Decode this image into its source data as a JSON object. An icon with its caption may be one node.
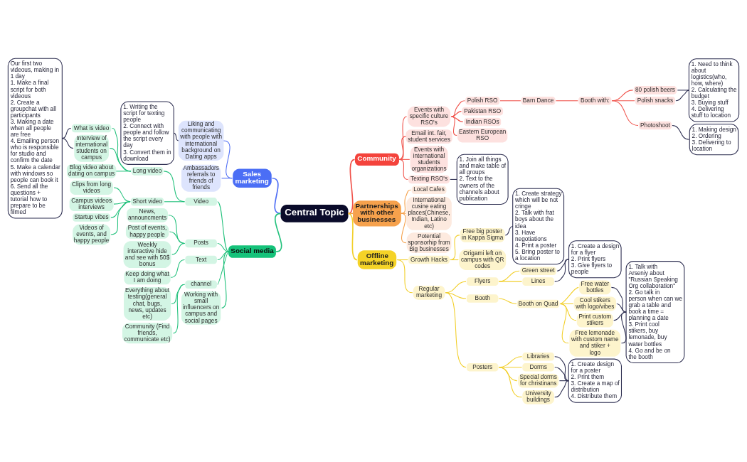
{
  "diagram": {
    "nodes": [
      {
        "text": [
          "Central Topic"
        ]
      },
      {
        "text": [
          "Community"
        ]
      },
      {
        "text": [
          "Events with specific culture RSO's"
        ]
      },
      {
        "text": [
          "Polish RSO"
        ]
      },
      {
        "text": [
          "Barn Dance"
        ]
      },
      {
        "text": [
          "Booth with:"
        ]
      },
      {
        "text": [
          "80 polish beers"
        ]
      },
      {
        "text": [
          "Polish snacks"
        ]
      },
      {
        "text": [
          "Photoshoot"
        ]
      },
      {
        "text": [
          "1. Need to think about logistics(who, how, where)",
          "2. Calculating the budget",
          "3. Buying stuff",
          "4. Delivering stuff to location"
        ]
      },
      {
        "text": [
          "1. Making design",
          "2. Ordering",
          "3. Delivering to location"
        ]
      },
      {
        "text": [
          "Pakistan RSO"
        ]
      },
      {
        "text": [
          "Indian RSOs"
        ]
      },
      {
        "text": [
          "Eastern European RSO"
        ]
      },
      {
        "text": [
          "Email int. fair, student services"
        ]
      },
      {
        "text": [
          "Events with international students organizations"
        ]
      },
      {
        "text": [
          "Texting RSO's"
        ]
      },
      {
        "text": [
          "1. Join all things and make table of all groups",
          "2. Text to the owners of the channels about publication"
        ]
      },
      {
        "text": [
          "Partnerships with other businesses"
        ]
      },
      {
        "text": [
          "Local Cafes"
        ]
      },
      {
        "text": [
          "International cusine eating places(Chinese, Indian, Latino etc)"
        ]
      },
      {
        "text": [
          "Potential sponsorhip from Big businesses"
        ]
      },
      {
        "text": [
          "Offline marketing"
        ]
      },
      {
        "text": [
          "Growth Hacks"
        ]
      },
      {
        "text": [
          "Free big poster in Kappa Sigma"
        ]
      },
      {
        "text": [
          "1. Create strategy which will be not cringe",
          "2. Talk with frat boys about the idea",
          "3. Have negotiations",
          "4. Print a poster",
          "5. Bring poster to a location"
        ]
      },
      {
        "text": [
          "Origami left on campus with QR codes"
        ]
      },
      {
        "text": [
          "Regular marketing"
        ]
      },
      {
        "text": [
          "Flyers"
        ]
      },
      {
        "text": [
          "Green street"
        ]
      },
      {
        "text": [
          "Lines"
        ]
      },
      {
        "text": [
          "1. Create a design for a flyer",
          "2. Print flyers",
          "3. Give flyers to people"
        ]
      },
      {
        "text": [
          "Booth"
        ]
      },
      {
        "text": [
          "Booth on Quad"
        ]
      },
      {
        "text": [
          "Free water bottles"
        ]
      },
      {
        "text": [
          "Cool stikers with logo/vibes"
        ]
      },
      {
        "text": [
          "Print custom stikers"
        ]
      },
      {
        "text": [
          "Free lemonade with custom name and stiker + logo"
        ]
      },
      {
        "text": [
          "1. Talk with Arseniy about \"Russian Speaking Org collaboration\"",
          "2. Go talk in person when can we grab a table and book a time = planning a date",
          "3. Print cool stikers, buy lemonade, buy water bottles",
          "4. Go and be on the booth"
        ]
      },
      {
        "text": [
          "Posters"
        ]
      },
      {
        "text": [
          "Libraries"
        ]
      },
      {
        "text": [
          "Dorms"
        ]
      },
      {
        "text": [
          "Special dorms for christinans"
        ]
      },
      {
        "text": [
          "University buildings"
        ]
      },
      {
        "text": [
          "1. Create design for a poster",
          "2. Print them",
          "3. Create a map of distribution",
          "4. Distribute them"
        ]
      },
      {
        "text": [
          "Sales marketing"
        ]
      },
      {
        "text": [
          "Liking and communicating with people with international background on Dating apps"
        ]
      },
      {
        "text": [
          "1. Writing the script for texting people",
          "2. Connect with people and follow the script every day",
          "3. Convert them in download"
        ]
      },
      {
        "text": [
          "Ambassadors referrals to friends of friends"
        ]
      },
      {
        "text": [
          "Social media"
        ]
      },
      {
        "text": [
          "Video"
        ]
      },
      {
        "text": [
          "Long video"
        ]
      },
      {
        "text": [
          "What is video"
        ]
      },
      {
        "text": [
          "Interview of international students on campus"
        ]
      },
      {
        "text": [
          "Our first two videous, making in 1 day",
          "1. Make a final script for both videous",
          "2. Create a groupchat with all participants",
          "3. Making a date when all people are free",
          "4. Emailing person who is responsible for studio and confirm the date",
          "5. Make a calendar with windows so people can book it",
          "6. Send all the questions + tutorial how to prepare to be filmed"
        ]
      },
      {
        "text": [
          "Blog video about dating on campus"
        ]
      },
      {
        "text": [
          "Short video"
        ]
      },
      {
        "text": [
          "Clips from long videos"
        ]
      },
      {
        "text": [
          "Campus videos interviews"
        ]
      },
      {
        "text": [
          "Startup vibes"
        ]
      },
      {
        "text": [
          "Videos of events, and happy people"
        ]
      },
      {
        "text": [
          "Posts"
        ]
      },
      {
        "text": [
          "News, announcments"
        ]
      },
      {
        "text": [
          "Post of events, happy people"
        ]
      },
      {
        "text": [
          "Weekly interactive hide and see with 50$ bonus"
        ]
      },
      {
        "text": [
          "Text"
        ]
      },
      {
        "text": [
          "Keep doing what I am doing"
        ]
      },
      {
        "text": [
          "channel"
        ]
      },
      {
        "text": [
          "Everything about testing(general chat, bugs, news, updates etc)"
        ]
      },
      {
        "text": [
          "Community (Find friends, communicate etc)"
        ]
      },
      {
        "text": [
          "Working with small influencers on campus and social pages"
        ]
      }
    ],
    "edges": [
      {
        "from": 0,
        "to": 1,
        "arrow": "none",
        "color": "#f0524a"
      },
      {
        "from": 1,
        "to": 2,
        "arrow": "none",
        "color": "#f0524a"
      },
      {
        "from": 2,
        "to": 3,
        "arrow": "none",
        "color": "#f0524a"
      },
      {
        "from": 3,
        "to": 4,
        "arrow": "none",
        "color": "#f0524a"
      },
      {
        "from": 4,
        "to": 5,
        "arrow": "none",
        "color": "#f0524a"
      },
      {
        "from": 5,
        "to": 6,
        "arrow": "none",
        "color": "#f0524a"
      },
      {
        "from": 5,
        "to": 7,
        "arrow": "none",
        "color": "#f0524a"
      },
      {
        "from": 5,
        "to": 8,
        "arrow": "none",
        "color": "#f0524a"
      },
      {
        "from": 6,
        "to": 9,
        "arrow": "none",
        "color": "#2b2c4f"
      },
      {
        "from": 7,
        "to": 9,
        "arrow": "none",
        "color": "#2b2c4f"
      },
      {
        "from": 8,
        "to": 10,
        "arrow": "none",
        "color": "#2b2c4f"
      },
      {
        "from": 2,
        "to": 11,
        "arrow": "none",
        "color": "#f0524a"
      },
      {
        "from": 2,
        "to": 12,
        "arrow": "none",
        "color": "#f0524a"
      },
      {
        "from": 2,
        "to": 13,
        "arrow": "none",
        "color": "#f0524a"
      },
      {
        "from": 1,
        "to": 14,
        "arrow": "none",
        "color": "#f0524a"
      },
      {
        "from": 1,
        "to": 15,
        "arrow": "none",
        "color": "#f0524a"
      },
      {
        "from": 1,
        "to": 16,
        "arrow": "none",
        "color": "#f0524a"
      },
      {
        "from": 16,
        "to": 17,
        "arrow": "none",
        "color": "#2b2c4f"
      },
      {
        "from": 0,
        "to": 18,
        "arrow": "none",
        "color": "#f5a04a"
      },
      {
        "from": 18,
        "to": 19,
        "arrow": "none",
        "color": "#f5a04a"
      },
      {
        "from": 18,
        "to": 20,
        "arrow": "none",
        "color": "#f5a04a"
      },
      {
        "from": 18,
        "to": 21,
        "arrow": "none",
        "color": "#f5a04a"
      },
      {
        "from": 0,
        "to": 22,
        "arrow": "none",
        "color": "#f2cf2a"
      },
      {
        "from": 22,
        "to": 23,
        "arrow": "none",
        "color": "#f2cf2a"
      },
      {
        "from": 23,
        "to": 24,
        "arrow": "none",
        "color": "#f2cf2a"
      },
      {
        "from": 24,
        "to": 25,
        "arrow": "none",
        "color": "#2b2c4f"
      },
      {
        "from": 23,
        "to": 26,
        "arrow": "none",
        "color": "#f2cf2a"
      },
      {
        "from": 22,
        "to": 27,
        "arrow": "none",
        "color": "#f2cf2a"
      },
      {
        "from": 27,
        "to": 28,
        "arrow": "none",
        "color": "#f2cf2a"
      },
      {
        "from": 28,
        "to": 29,
        "arrow": "none",
        "color": "#f2cf2a"
      },
      {
        "from": 28,
        "to": 30,
        "arrow": "none",
        "color": "#f2cf2a"
      },
      {
        "from": 29,
        "to": 31,
        "arrow": "none",
        "color": "#2b2c4f"
      },
      {
        "from": 30,
        "to": 31,
        "arrow": "none",
        "color": "#2b2c4f"
      },
      {
        "from": 27,
        "to": 32,
        "arrow": "none",
        "color": "#f2cf2a"
      },
      {
        "from": 32,
        "to": 33,
        "arrow": "none",
        "color": "#f2cf2a"
      },
      {
        "from": 33,
        "to": 34,
        "arrow": "none",
        "color": "#f2cf2a"
      },
      {
        "from": 33,
        "to": 35,
        "arrow": "none",
        "color": "#f2cf2a"
      },
      {
        "from": 33,
        "to": 36,
        "arrow": "none",
        "color": "#f2cf2a"
      },
      {
        "from": 33,
        "to": 37,
        "arrow": "none",
        "color": "#f2cf2a"
      },
      {
        "from": 34,
        "to": 38,
        "arrow": "none",
        "color": "#2b2c4f"
      },
      {
        "from": 35,
        "to": 38,
        "arrow": "none",
        "color": "#2b2c4f"
      },
      {
        "from": 36,
        "to": 38,
        "arrow": "none",
        "color": "#2b2c4f"
      },
      {
        "from": 37,
        "to": 38,
        "arrow": "none",
        "color": "#2b2c4f"
      },
      {
        "from": 27,
        "to": 39,
        "arrow": "none",
        "color": "#f2cf2a"
      },
      {
        "from": 39,
        "to": 40,
        "arrow": "none",
        "color": "#f2cf2a"
      },
      {
        "from": 39,
        "to": 41,
        "arrow": "none",
        "color": "#f2cf2a"
      },
      {
        "from": 39,
        "to": 42,
        "arrow": "none",
        "color": "#f2cf2a"
      },
      {
        "from": 39,
        "to": 43,
        "arrow": "none",
        "color": "#f2cf2a"
      },
      {
        "from": 40,
        "to": 44,
        "arrow": "none",
        "color": "#2b2c4f"
      },
      {
        "from": 41,
        "to": 44,
        "arrow": "none",
        "color": "#2b2c4f"
      },
      {
        "from": 42,
        "to": 44,
        "arrow": "none",
        "color": "#2b2c4f"
      },
      {
        "from": 43,
        "to": 44,
        "arrow": "none",
        "color": "#2b2c4f"
      },
      {
        "from": 0,
        "to": 45,
        "arrow": "none",
        "color": "#4f6ef5"
      },
      {
        "from": 45,
        "to": 46,
        "arrow": "none",
        "color": "#4f6ef5"
      },
      {
        "from": 46,
        "to": 47,
        "arrow": "none",
        "color": "#2b2c4f"
      },
      {
        "from": 45,
        "to": 48,
        "arrow": "none",
        "color": "#4f6ef5"
      },
      {
        "from": 0,
        "to": 49,
        "arrow": "none",
        "color": "#22c17c"
      },
      {
        "from": 49,
        "to": 50,
        "arrow": "none",
        "color": "#22c17c"
      },
      {
        "from": 50,
        "to": 51,
        "arrow": "none",
        "color": "#22c17c"
      },
      {
        "from": 51,
        "to": 52,
        "arrow": "none",
        "color": "#22c17c"
      },
      {
        "from": 51,
        "to": 53,
        "arrow": "none",
        "color": "#22c17c"
      },
      {
        "from": 52,
        "to": 54,
        "arrow": "none",
        "color": "#2b2c4f"
      },
      {
        "from": 53,
        "to": 54,
        "arrow": "none",
        "color": "#2b2c4f"
      },
      {
        "from": 51,
        "to": 55,
        "arrow": "none",
        "color": "#22c17c"
      },
      {
        "from": 50,
        "to": 56,
        "arrow": "none",
        "color": "#22c17c"
      },
      {
        "from": 56,
        "to": 57,
        "arrow": "none",
        "color": "#22c17c"
      },
      {
        "from": 56,
        "to": 58,
        "arrow": "none",
        "color": "#22c17c"
      },
      {
        "from": 56,
        "to": 59,
        "arrow": "none",
        "color": "#22c17c"
      },
      {
        "from": 56,
        "to": 60,
        "arrow": "none",
        "color": "#22c17c"
      },
      {
        "from": 49,
        "to": 61,
        "arrow": "none",
        "color": "#22c17c"
      },
      {
        "from": 61,
        "to": 62,
        "arrow": "none",
        "color": "#22c17c"
      },
      {
        "from": 61,
        "to": 63,
        "arrow": "none",
        "color": "#22c17c"
      },
      {
        "from": 61,
        "to": 64,
        "arrow": "none",
        "color": "#22c17c"
      },
      {
        "from": 49,
        "to": 65,
        "arrow": "none",
        "color": "#22c17c"
      },
      {
        "from": 65,
        "to": 66,
        "arrow": "none",
        "color": "#22c17c"
      },
      {
        "from": 49,
        "to": 67,
        "arrow": "none",
        "color": "#22c17c"
      },
      {
        "from": 67,
        "to": 68,
        "arrow": "none",
        "color": "#22c17c"
      },
      {
        "from": 67,
        "to": 69,
        "arrow": "none",
        "color": "#22c17c"
      },
      {
        "from": 49,
        "to": 70,
        "arrow": "none",
        "color": "#22c17c"
      }
    ]
  }
}
